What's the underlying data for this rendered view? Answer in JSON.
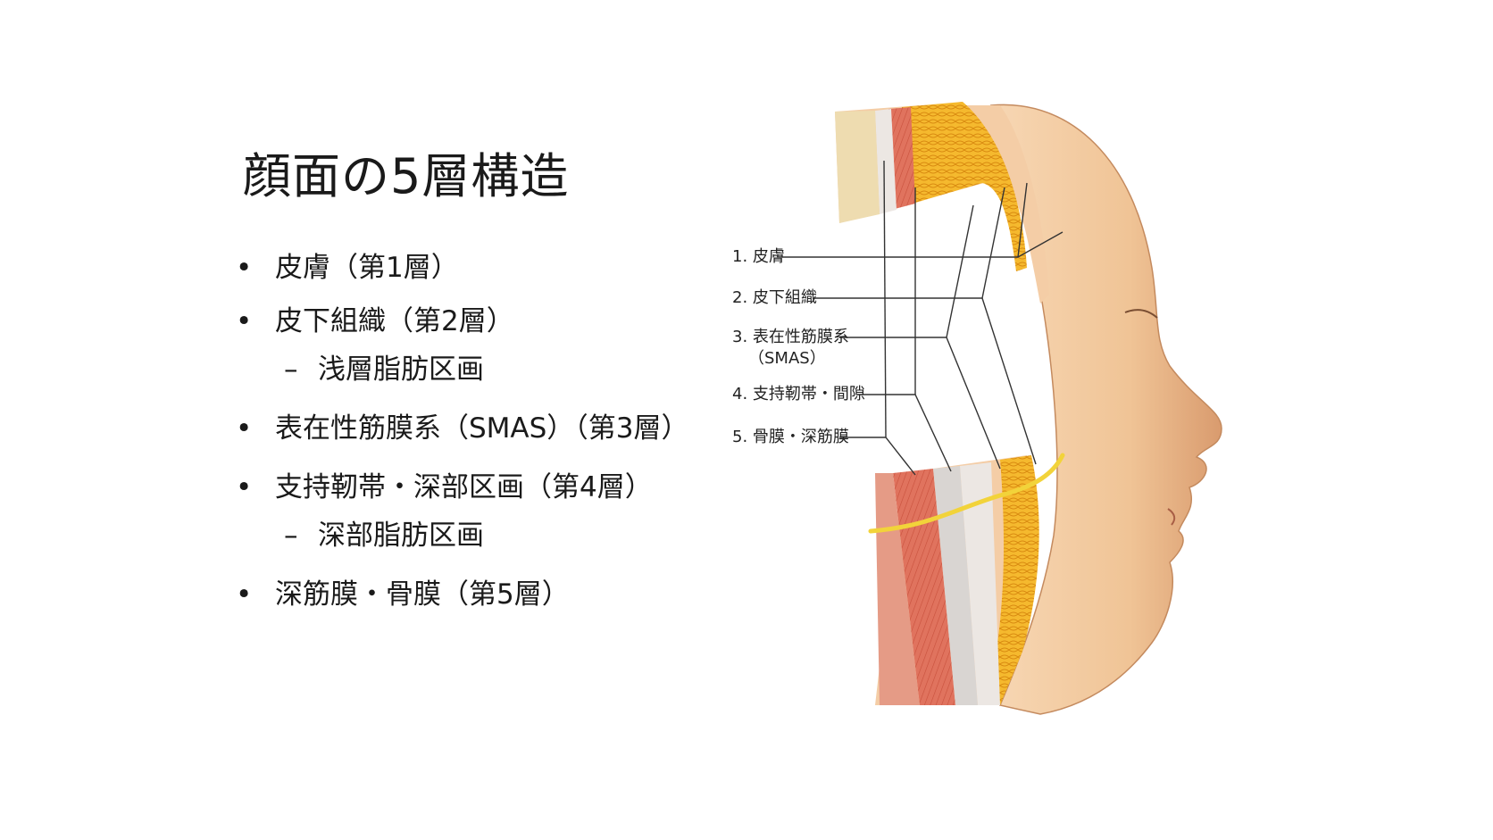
{
  "title": "顔面の5層構造",
  "bullets": [
    {
      "text": "皮膚（第1層）"
    },
    {
      "text": "皮下組織（第2層）",
      "sub": "浅層脂肪区画"
    },
    {
      "text": "表在性筋膜系（SMAS）（第3層）"
    },
    {
      "text": "支持靭帯・深部区画（第4層）",
      "sub": "深部脂肪区画"
    },
    {
      "text": "深筋膜・骨膜（第5層）"
    }
  ],
  "sub_dash": "–",
  "diagram_labels": [
    {
      "text": "1. 皮膚"
    },
    {
      "text": "2. 皮下組織"
    },
    {
      "text": "3. 表在性筋膜系",
      "text2": "（SMAS）"
    },
    {
      "text": "4. 支持靭帯・間隙"
    },
    {
      "text": "5. 骨膜・深筋膜"
    }
  ],
  "colors": {
    "skin": "#f2c9a0",
    "skin_shadow": "#d99b6e",
    "fat": "#f5b92e",
    "fat_cells": "#e79a1c",
    "muscle": "#e0735e",
    "fascia": "#ece7e3",
    "bone": "#eedcb0",
    "nerve": "#f2d33a",
    "line": "#333333"
  }
}
